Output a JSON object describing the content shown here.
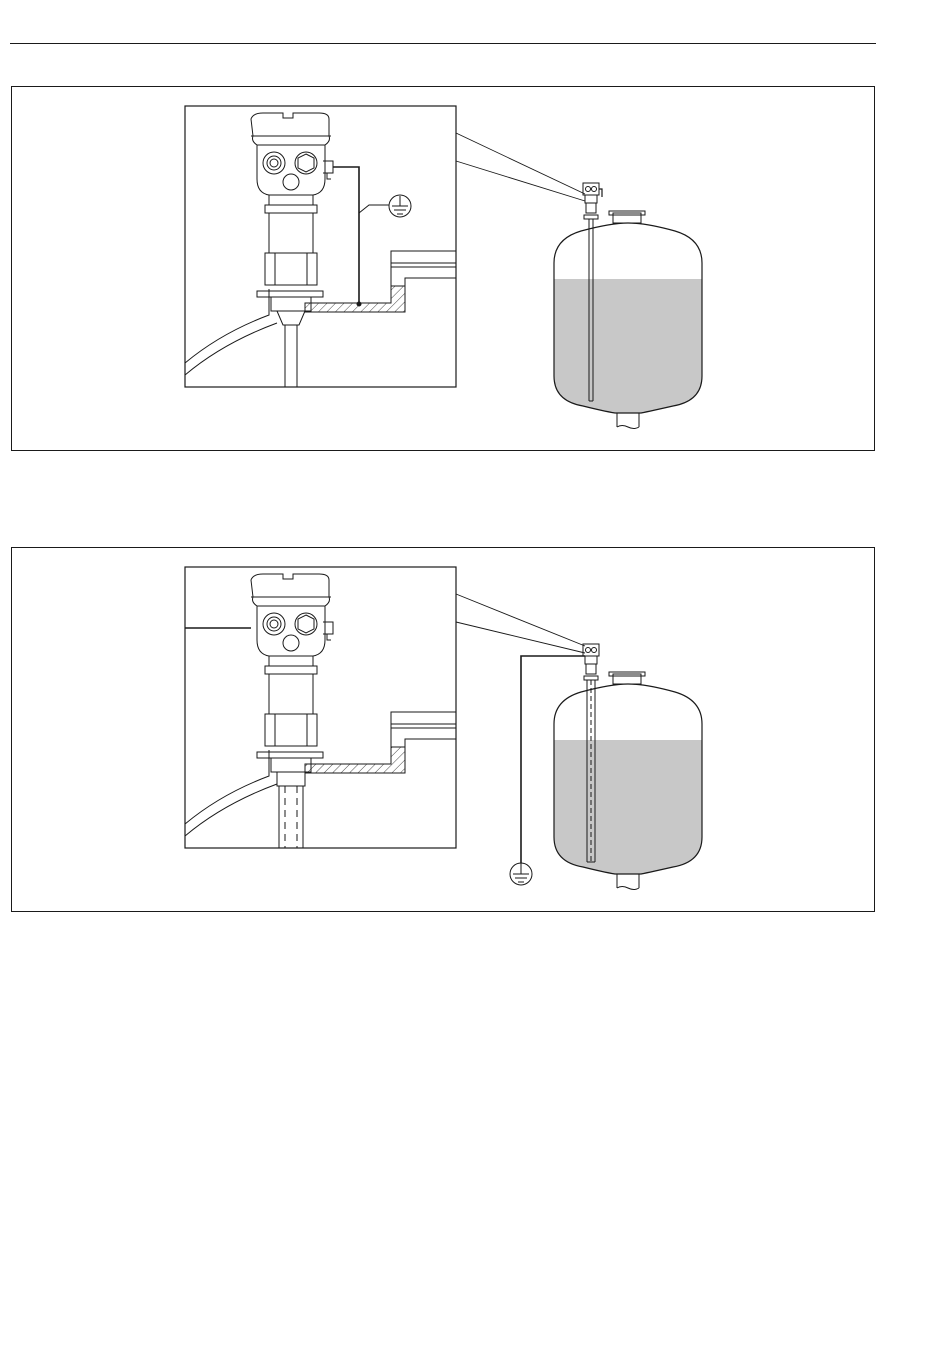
{
  "colors": {
    "line": "#1a1a1a",
    "liquid": "#c8c8c8",
    "background": "#ffffff"
  },
  "figures": [
    {
      "id": "figure-1",
      "ground_connection": "instrument-to-tank-flange"
    },
    {
      "id": "figure-2",
      "ground_connection": "instrument-to-external-earth"
    }
  ],
  "icons": {
    "ground": "ground-symbol-icon",
    "sensor": "level-sensor-icon",
    "tank": "storage-tank-icon"
  }
}
